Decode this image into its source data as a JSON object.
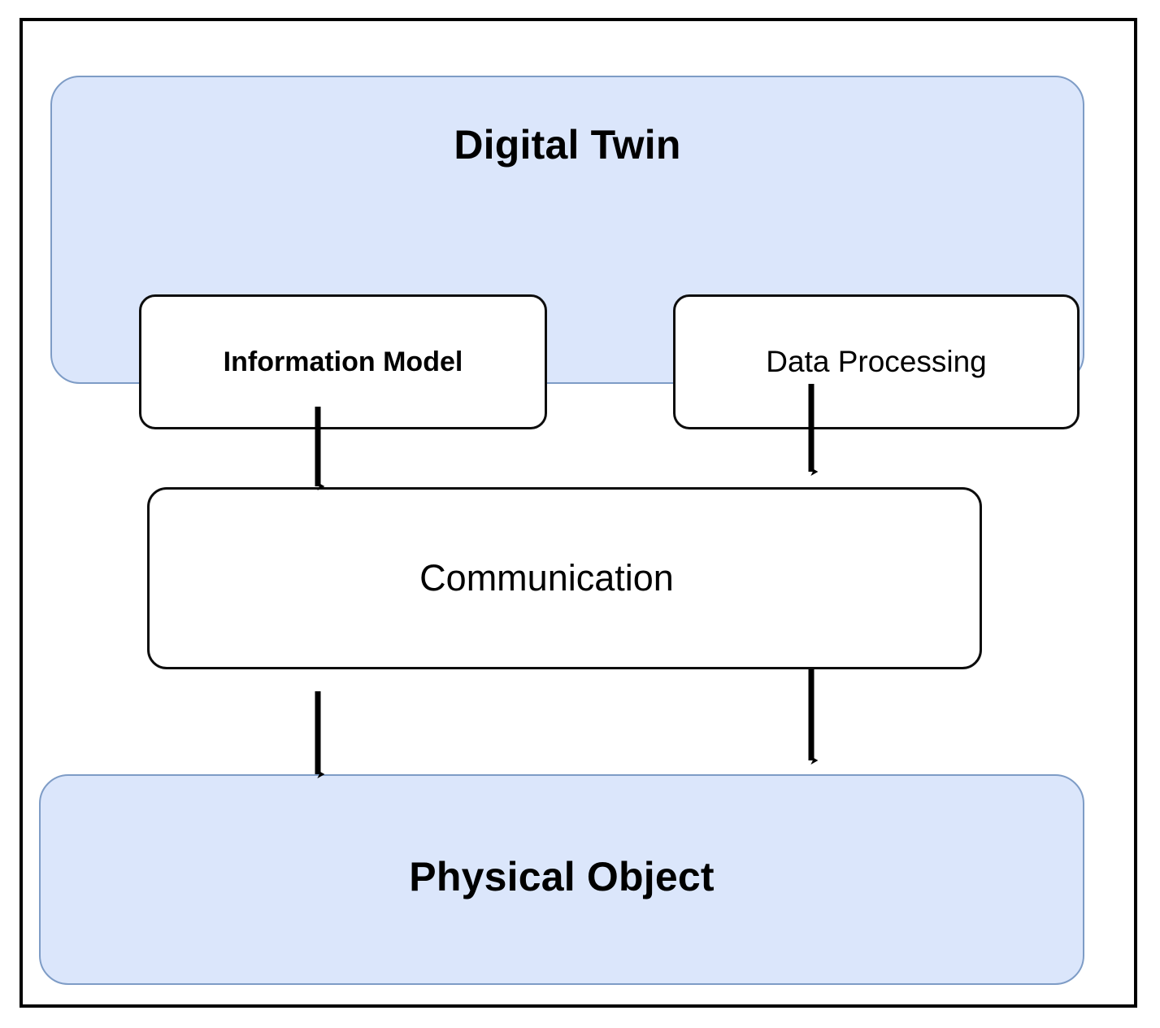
{
  "diagram": {
    "type": "block-diagram",
    "title": "Digital Twin architecture",
    "colors": {
      "group_fill": "#dbe6fb",
      "group_border": "#7e9cc6",
      "box_fill": "#ffffff",
      "box_border": "#0d0d0d",
      "arrow": "#000000",
      "frame": "#000000",
      "background": "#ffffff"
    },
    "groups": [
      {
        "id": "digital-twin",
        "label": "Digital Twin",
        "children": [
          {
            "id": "information-model",
            "label": "Information Model"
          },
          {
            "id": "data-processing",
            "label": "Data Processing"
          }
        ]
      },
      {
        "id": "physical-object",
        "label": "Physical Object",
        "children": []
      }
    ],
    "nodes": [
      {
        "id": "communication",
        "label": "Communication"
      }
    ],
    "edges": [
      {
        "id": "edge-comm-to-dt",
        "from": "communication",
        "to": "digital-twin",
        "direction": "up"
      },
      {
        "id": "edge-dt-to-comm",
        "from": "data-processing",
        "to": "communication",
        "direction": "down"
      },
      {
        "id": "edge-po-to-comm",
        "from": "physical-object",
        "to": "communication",
        "direction": "up"
      },
      {
        "id": "edge-comm-to-po",
        "from": "communication",
        "to": "physical-object",
        "direction": "down"
      }
    ]
  },
  "labels": {
    "digital_twin": "Digital Twin",
    "information_model": "Information Model",
    "data_processing": "Data Processing",
    "communication": "Communication",
    "physical_object": "Physical Object"
  }
}
